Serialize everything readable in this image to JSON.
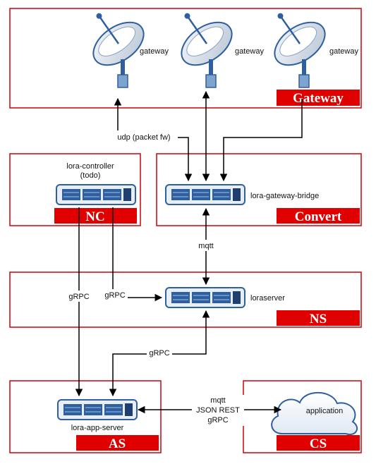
{
  "diagram": {
    "gateway_zone": {
      "tag": "Gateway",
      "gateway_labels": [
        "gateway",
        "gateway",
        "gateway"
      ]
    },
    "nc_zone": {
      "tag": "NC",
      "name_line1": "lora-controller",
      "name_line2": "(todo)"
    },
    "convert_zone": {
      "tag": "Convert",
      "name": "lora-gateway-bridge"
    },
    "ns_zone": {
      "tag": "NS",
      "name": "loraserver"
    },
    "as_zone": {
      "tag": "AS",
      "name": "lora-app-server"
    },
    "cs_zone": {
      "tag": "CS",
      "name": "application"
    },
    "edge_labels": {
      "udp": "udp (packet fw)",
      "mqtt_bridge": "mqtt",
      "grpc_left": "gRPC",
      "grpc_mid": "gRPC",
      "grpc_ns_as": "gRPC",
      "app_line1": "mqtt",
      "app_line2": "JSON REST",
      "app_line3": "gRPC"
    },
    "colors": {
      "zone_border": "#d0101a",
      "tag_fill": "#e00000",
      "device_blue": "#2f5f9e"
    }
  }
}
